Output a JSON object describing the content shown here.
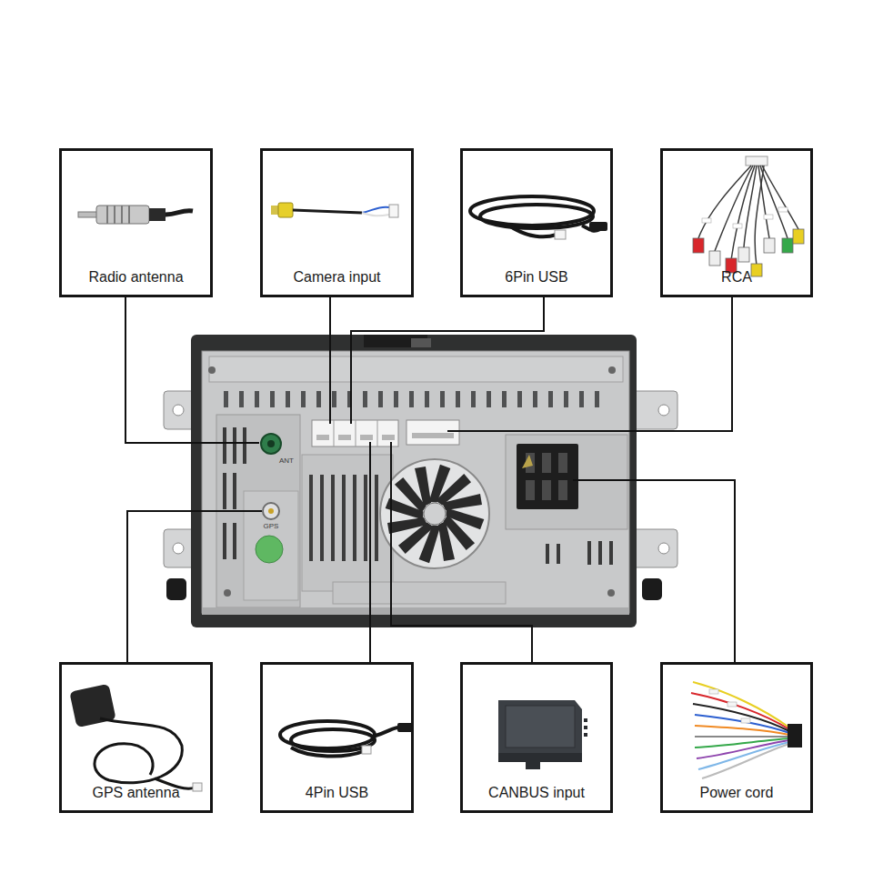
{
  "diagram": {
    "nodes": [
      {
        "text": [
          "Radio antenna"
        ]
      },
      {
        "text": [
          "Camera input"
        ]
      },
      {
        "text": [
          "6Pin USB"
        ]
      },
      {
        "text": [
          "RCA"
        ]
      },
      {
        "text": [
          "GPS antenna"
        ]
      },
      {
        "text": [
          "4Pin USB"
        ]
      },
      {
        "text": [
          "CANBUS input"
        ]
      },
      {
        "text": [
          "Power cord"
        ]
      }
    ],
    "labels": [
      "ANT",
      "GPS"
    ]
  }
}
